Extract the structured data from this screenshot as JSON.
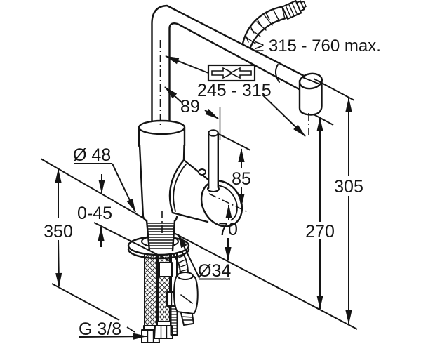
{
  "drawing": {
    "title": "Single-lever kitchen mixer tap with pull-out spout — dimensioned installation drawing",
    "colors": {
      "background": "#ffffff",
      "line": "#141414"
    },
    "labels": {
      "hose_extension": "≥ 315 - 760 max.",
      "spout_reach": "245 - 315",
      "handle_offset": "89",
      "body_diameter": "Ø 48",
      "lever_height": "85",
      "spout_top_height": "305",
      "outlet_height": "270",
      "body_axis_height": "70",
      "mounting_thickness": "0-45",
      "hose_length_below_deck": "350",
      "tap_hole_diameter": "Ø34",
      "connection_thread": "G 3/8"
    },
    "icons": {
      "pullout_range_icon": "two-arrows-pointing-inward-in-box"
    }
  }
}
